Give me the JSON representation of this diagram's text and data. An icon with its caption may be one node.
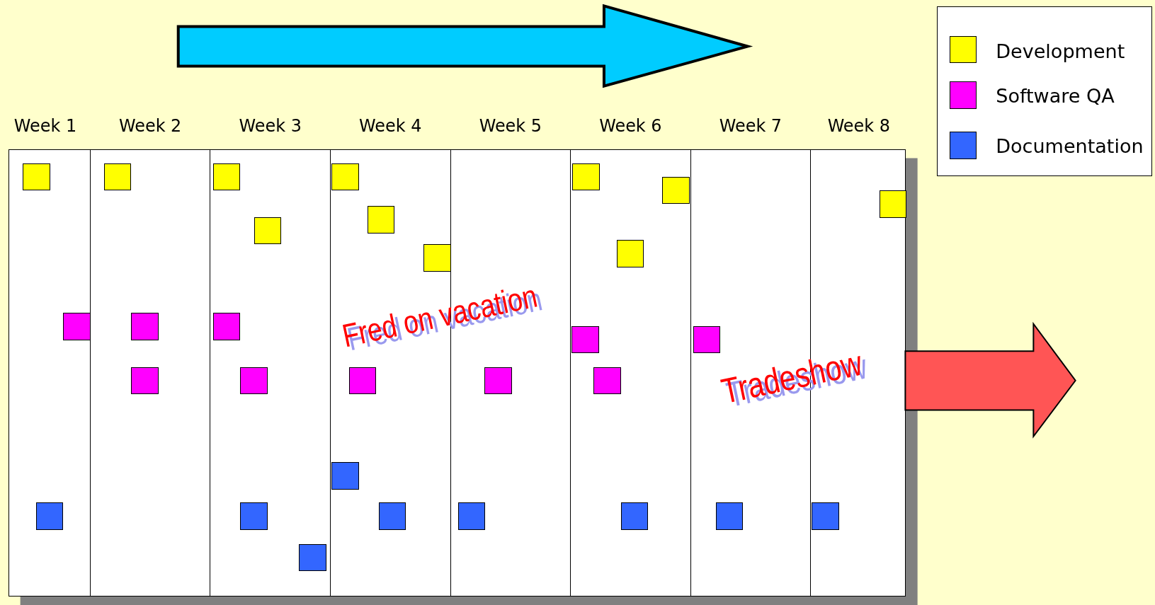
{
  "diagram": {
    "nodes": [
      {
        "text": [
          "Week 1"
        ]
      },
      {
        "text": [
          "Week 2"
        ]
      },
      {
        "text": [
          "Week 3"
        ]
      },
      {
        "text": [
          "Week 4"
        ]
      },
      {
        "text": [
          "Week 5"
        ]
      },
      {
        "text": [
          "Week 6"
        ]
      },
      {
        "text": [
          "Week 7"
        ]
      },
      {
        "text": [
          "Week 8"
        ]
      }
    ],
    "labels": [
      "Fred on vacation",
      "Tradeshow"
    ],
    "legend": [
      {
        "text": "Development",
        "color": "#ffff00"
      },
      {
        "text": "Software QA",
        "color": "#ff00ff"
      },
      {
        "text": "Documentation",
        "color": "#3366ff"
      }
    ]
  }
}
